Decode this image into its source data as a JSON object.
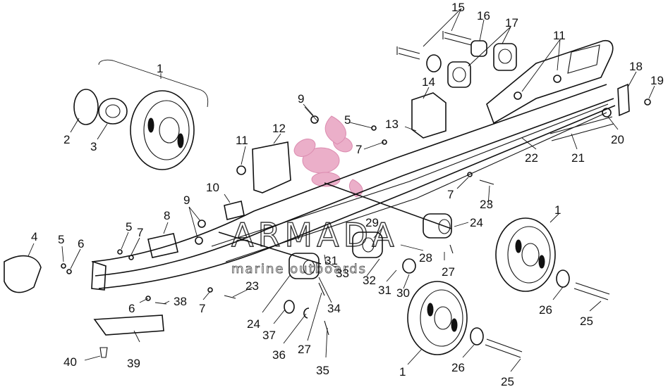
{
  "watermark": {
    "brand": "ARMADA",
    "tagline": "marine outboards",
    "accent_color": "#e9a7c4"
  },
  "callouts": {
    "c1a": "1",
    "c2": "2",
    "c3": "3",
    "c4": "4",
    "c5a": "5",
    "c5b": "5",
    "c5c": "5",
    "c6a": "6",
    "c6b": "6",
    "c7a": "7",
    "c7b": "7",
    "c7c": "7",
    "c7d": "7",
    "c8": "8",
    "c9a": "9",
    "c9b": "9",
    "c10": "10",
    "c11a": "11",
    "c11b": "11",
    "c12": "12",
    "c13": "13",
    "c14": "14",
    "c15": "15",
    "c16": "16",
    "c17": "17",
    "c18": "18",
    "c19": "19",
    "c20": "20",
    "c21": "21",
    "c22": "22",
    "c23a": "23",
    "c23b": "23",
    "c24a": "24",
    "c24b": "24",
    "c25a": "25",
    "c25b": "25",
    "c26a": "26",
    "c26b": "26",
    "c27a": "27",
    "c27b": "27",
    "c28": "28",
    "c29": "29",
    "c30": "30",
    "c31a": "31",
    "c31b": "31",
    "c32": "32",
    "c33": "33",
    "c34": "34",
    "c35": "35",
    "c36": "36",
    "c37": "37",
    "c38": "38",
    "c39": "39",
    "c40": "40",
    "c1b": "1",
    "c1c": "1"
  }
}
